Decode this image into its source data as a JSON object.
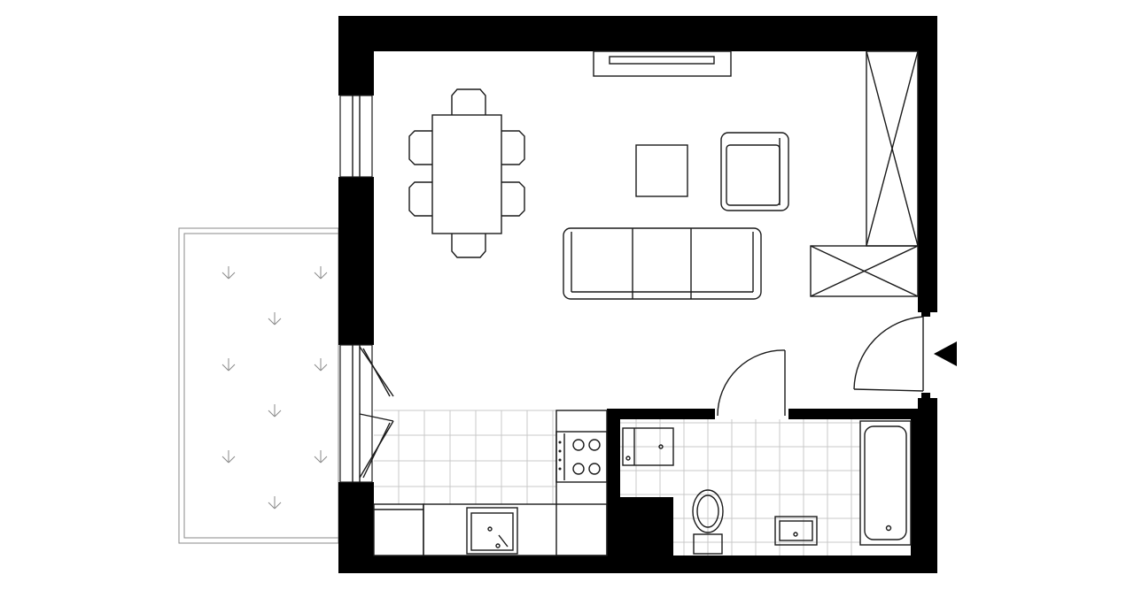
{
  "plan": {
    "wall_color": "#000000",
    "line_color": "#1a1a1a",
    "tile_color": "#c9c9c9",
    "terrace_arrow_color": "#8a8a8a",
    "entrance_marker_icon": "triangle-left",
    "rooms": [
      "living-room",
      "kitchen",
      "bathroom",
      "terrace"
    ],
    "furniture": [
      "dining-table",
      "dining-chairs",
      "coffee-table",
      "armchair",
      "sofa",
      "tv-unit",
      "wardrobe",
      "shoe-cabinet",
      "stove",
      "kitchen-sink",
      "washing-machine",
      "toilet",
      "washbasin",
      "bathtub"
    ]
  }
}
